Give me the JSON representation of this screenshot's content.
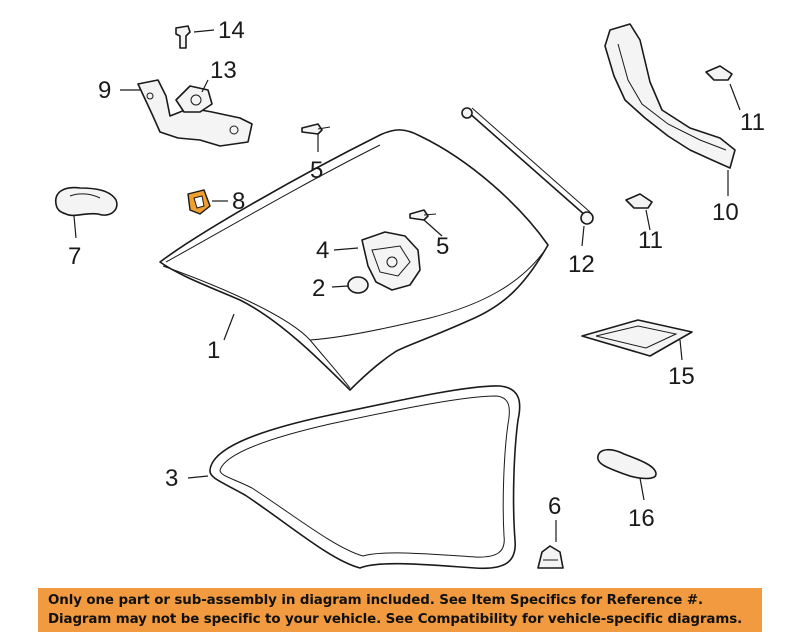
{
  "callouts": {
    "c1": "1",
    "c2": "2",
    "c3": "3",
    "c4": "4",
    "c5a": "5",
    "c5b": "5",
    "c6": "6",
    "c7": "7",
    "c8": "8",
    "c9": "9",
    "c10": "10",
    "c11a": "11",
    "c11b": "11",
    "c12": "12",
    "c13": "13",
    "c14": "14",
    "c15": "15",
    "c16": "16"
  },
  "notice": {
    "line1": "Only one part or sub-assembly in diagram included. See Item Specifics for Reference #.",
    "line2": "Diagram may not be specific to your vehicle. See Compatibility for vehicle-specific diagrams.",
    "background": "#f29a40"
  },
  "highlight_color": "#f0a030"
}
